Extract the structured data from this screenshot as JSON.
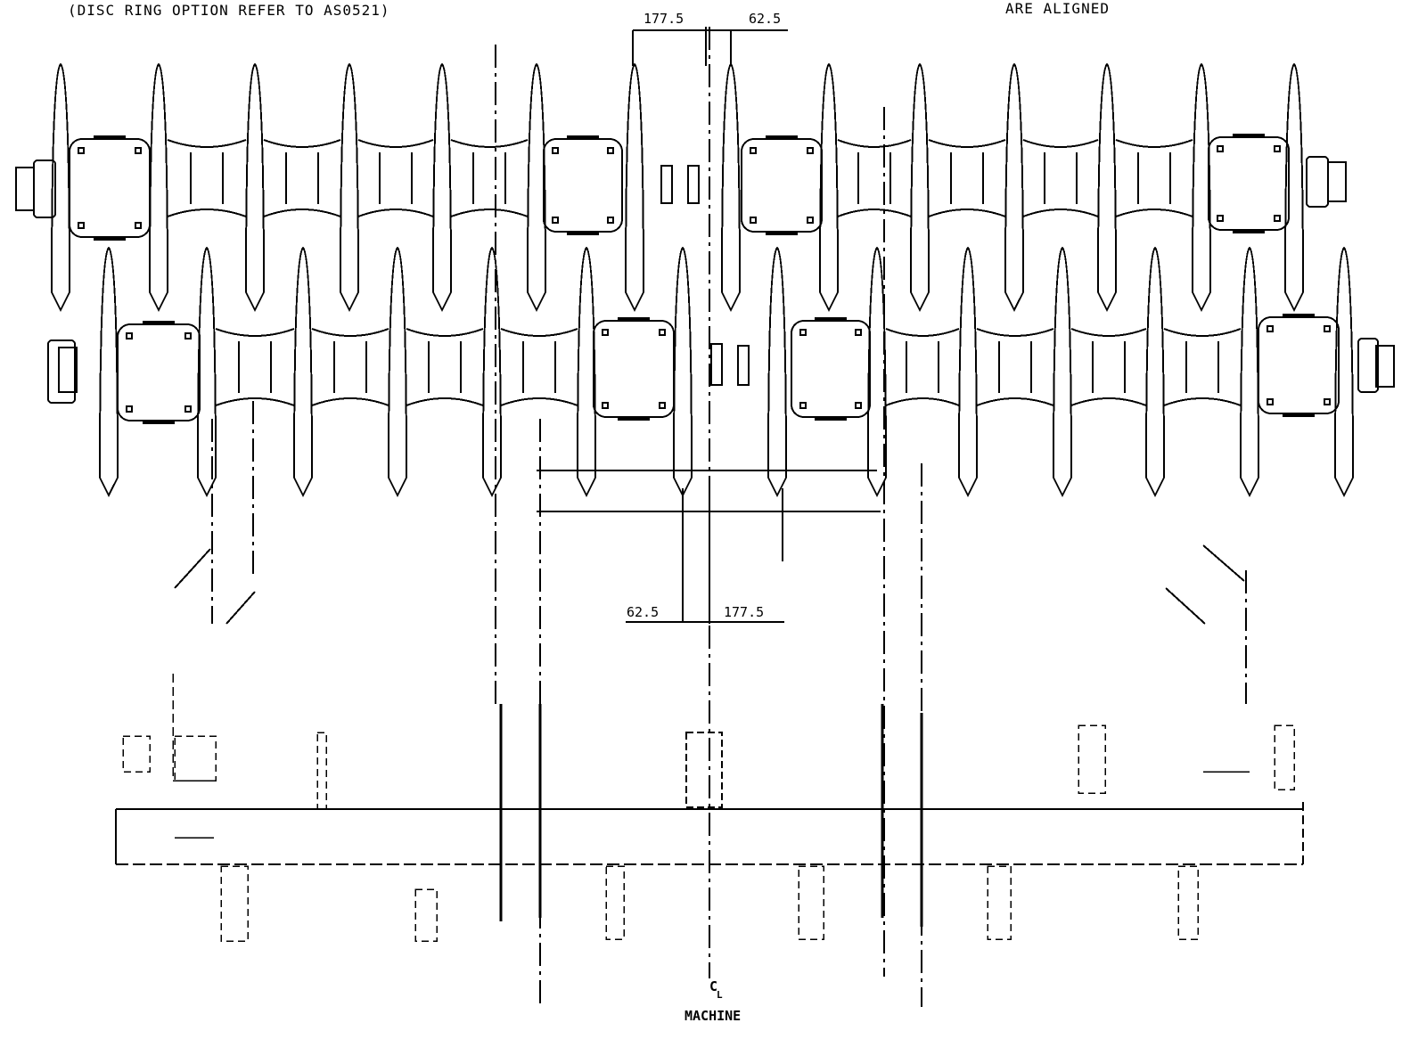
{
  "notes": {
    "disc_ring_option": "(DISC RING OPTION REFER TO AS0521)",
    "aligned": "ARE ALIGNED"
  },
  "dimensions": {
    "top_left": "177.5",
    "top_right": "62.5",
    "bottom_left": "62.5",
    "bottom_right": "177.5"
  },
  "centerline": {
    "symbol": "C",
    "symbol_sub": "L",
    "label": "MACHINE"
  }
}
